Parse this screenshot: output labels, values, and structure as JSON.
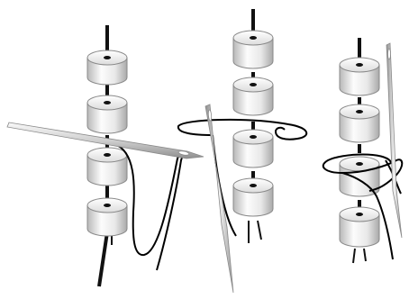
{
  "figure": {
    "panels": [
      {
        "id": "step-1",
        "beads": 4
      },
      {
        "id": "step-2",
        "beads": 4
      },
      {
        "id": "step-3",
        "beads": 4
      }
    ],
    "colors": {
      "background": "#ffffff",
      "bead_light": "#fafafa",
      "bead_dark": "#bdbdbd",
      "bead_outline": "#8a8a8a",
      "cord": "#111111",
      "thread": "#000000",
      "needle_light": "#f2f2f2",
      "needle_dark": "#8f8f8f"
    }
  }
}
